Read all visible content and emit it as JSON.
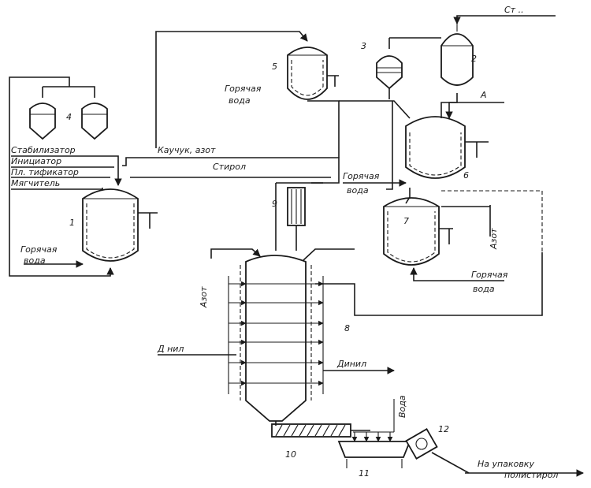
{
  "labels": {
    "styrene_top": "Ст  ..",
    "a_arrow": "А",
    "stabilizer": "Стабилизатор",
    "initiator": "Инициатор",
    "plasticizer": "Пл.  тификатор",
    "softener": "Мягчитель",
    "rubber_nitrogen": "Каучук, азот",
    "styrene": "Стирол",
    "hot_water_5a": "Горячая",
    "hot_water_5b": "вода",
    "hot_water_1a": "Горячая",
    "hot_water_1b": "вода",
    "hot_water_6a": "Горячая",
    "hot_water_6b": "вода",
    "hot_water_7a": "Горячая",
    "hot_water_7b": "вода",
    "nitrogen_left": "Азот",
    "nitrogen_right": "Азот",
    "dinil_in": "Д  нил",
    "dinil_out": "Динил",
    "water_bottom": "Вода",
    "product_out_a": "На  упаковку",
    "product_out_b": "полистирол"
  },
  "numbers": {
    "n1": "1",
    "n2": "2",
    "n3": "3",
    "n4": "4",
    "n5": "5",
    "n6": "6",
    "n7": "7",
    "n8": "8",
    "n9": "9",
    "n10": "10",
    "n11": "11",
    "n12": "12"
  }
}
